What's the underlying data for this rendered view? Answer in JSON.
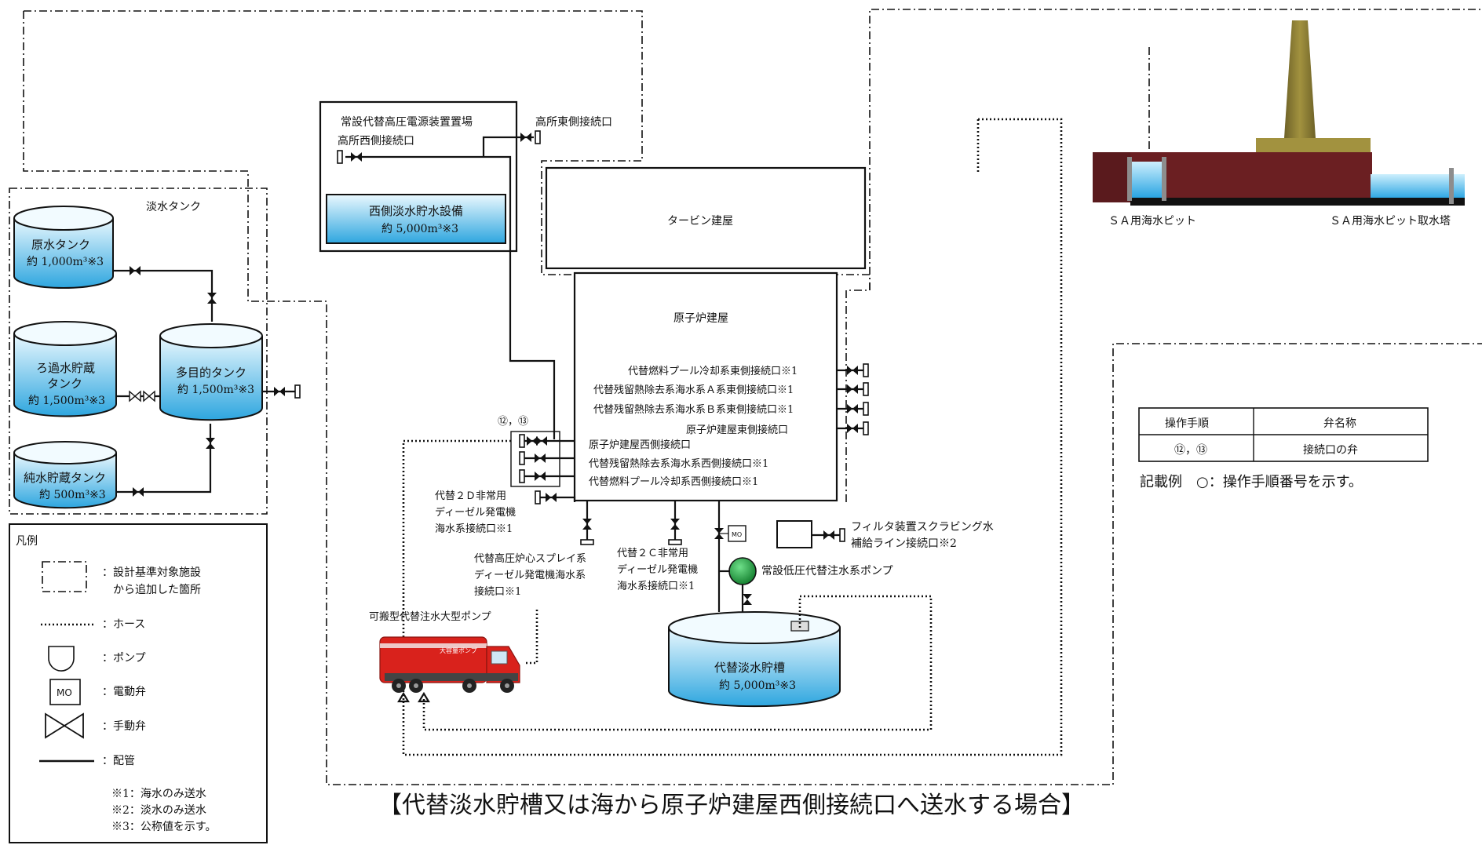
{
  "title": "【代替淡水貯槽又は海から原子炉建屋西側接続口へ送水する場合】",
  "freshwater_area_label": "淡水タンク",
  "tanks": {
    "raw": {
      "name": "原水タンク",
      "vol": "約 1,000m³※3"
    },
    "filtered_line1": "ろ過水貯蔵",
    "filtered_line2": "タンク",
    "filtered_vol": "約 1,500m³※3",
    "multi": {
      "name": "多目的タンク",
      "vol": "約 1,500m³※3"
    },
    "pure": {
      "name": "純水貯蔵タンク",
      "vol": "約 500m³※3"
    },
    "west": {
      "name": "西側淡水貯水設備",
      "vol": "約 5,000m³※3"
    },
    "alt": {
      "name": "代替淡水貯槽",
      "vol": "約 5,000m³※3"
    }
  },
  "buildings": {
    "hv_yard": "常設代替高圧電源装置置場",
    "west_conn": "高所西側接続口",
    "east_conn": "高所東側接続口",
    "turbine": "タービン建屋",
    "reactor": "原子炉建屋"
  },
  "reactor_east": [
    "代替燃料プール冷却系東側接続口※1",
    "代替残留熱除去系海水系Ａ系東側接続口※1",
    "代替残留熱除去系海水系Ｂ系東側接続口※1",
    "原子炉建屋東側接続口"
  ],
  "reactor_west": [
    "原子炉建屋西側接続口",
    "代替残留熱除去系海水系西側接続口※1",
    "代替燃料プール冷却系西側接続口※1"
  ],
  "step_marker": "⑫，⑬",
  "labels": {
    "dg2d_1": "代替２Ｄ非常用",
    "dg2d_2": "ディーゼル発電機",
    "dg2d_3": "海水系接続口※1",
    "hpcs_1": "代替高圧炉心スプレイ系",
    "hpcs_2": "ディーゼル発電機海水系",
    "hpcs_3": "接続口※1",
    "dg2c_1": "代替２Ｃ非常用",
    "dg2c_2": "ディーゼル発電機",
    "dg2c_3": "海水系接続口※1",
    "filter_1": "フィルタ装置スクラビング水",
    "filter_2": "補給ライン接続口※2",
    "low_pump": "常設低圧代替注水系ポンプ",
    "mobile_pump": "可搬型代替注水大型ポンプ",
    "truck_text": "大容量ポンプ",
    "sa_pit": "ＳＡ用海水ピット",
    "sa_intake": "ＳＡ用海水ピット取水塔"
  },
  "ops_table": {
    "headers": [
      "操作手順",
      "弁名称"
    ],
    "row": [
      "⑫，⑬",
      "接続口の弁"
    ],
    "note": "記載例　○：操作手順番号を示す。"
  },
  "legend": {
    "title": "凡例",
    "items": [
      {
        "label": "：設計基準対象施設",
        "label2": "から追加した箇所"
      },
      {
        "label": "：ホース"
      },
      {
        "label": "：ポンプ"
      },
      {
        "label": "：電動弁",
        "symbol": "MO"
      },
      {
        "label": "：手動弁"
      },
      {
        "label": "：配管"
      }
    ],
    "notes": [
      "※1：海水のみ送水",
      "※2：淡水のみ送水",
      "※3：公称値を示す。"
    ]
  },
  "colors": {
    "water_top": "#e6f6fd",
    "water_bottom": "#2fa8e0",
    "pump_green": "#1a9a3a",
    "truck_red": "#d9221c",
    "building_maroon": "#6b1f22",
    "tower_olive": "#8a7a3a"
  }
}
